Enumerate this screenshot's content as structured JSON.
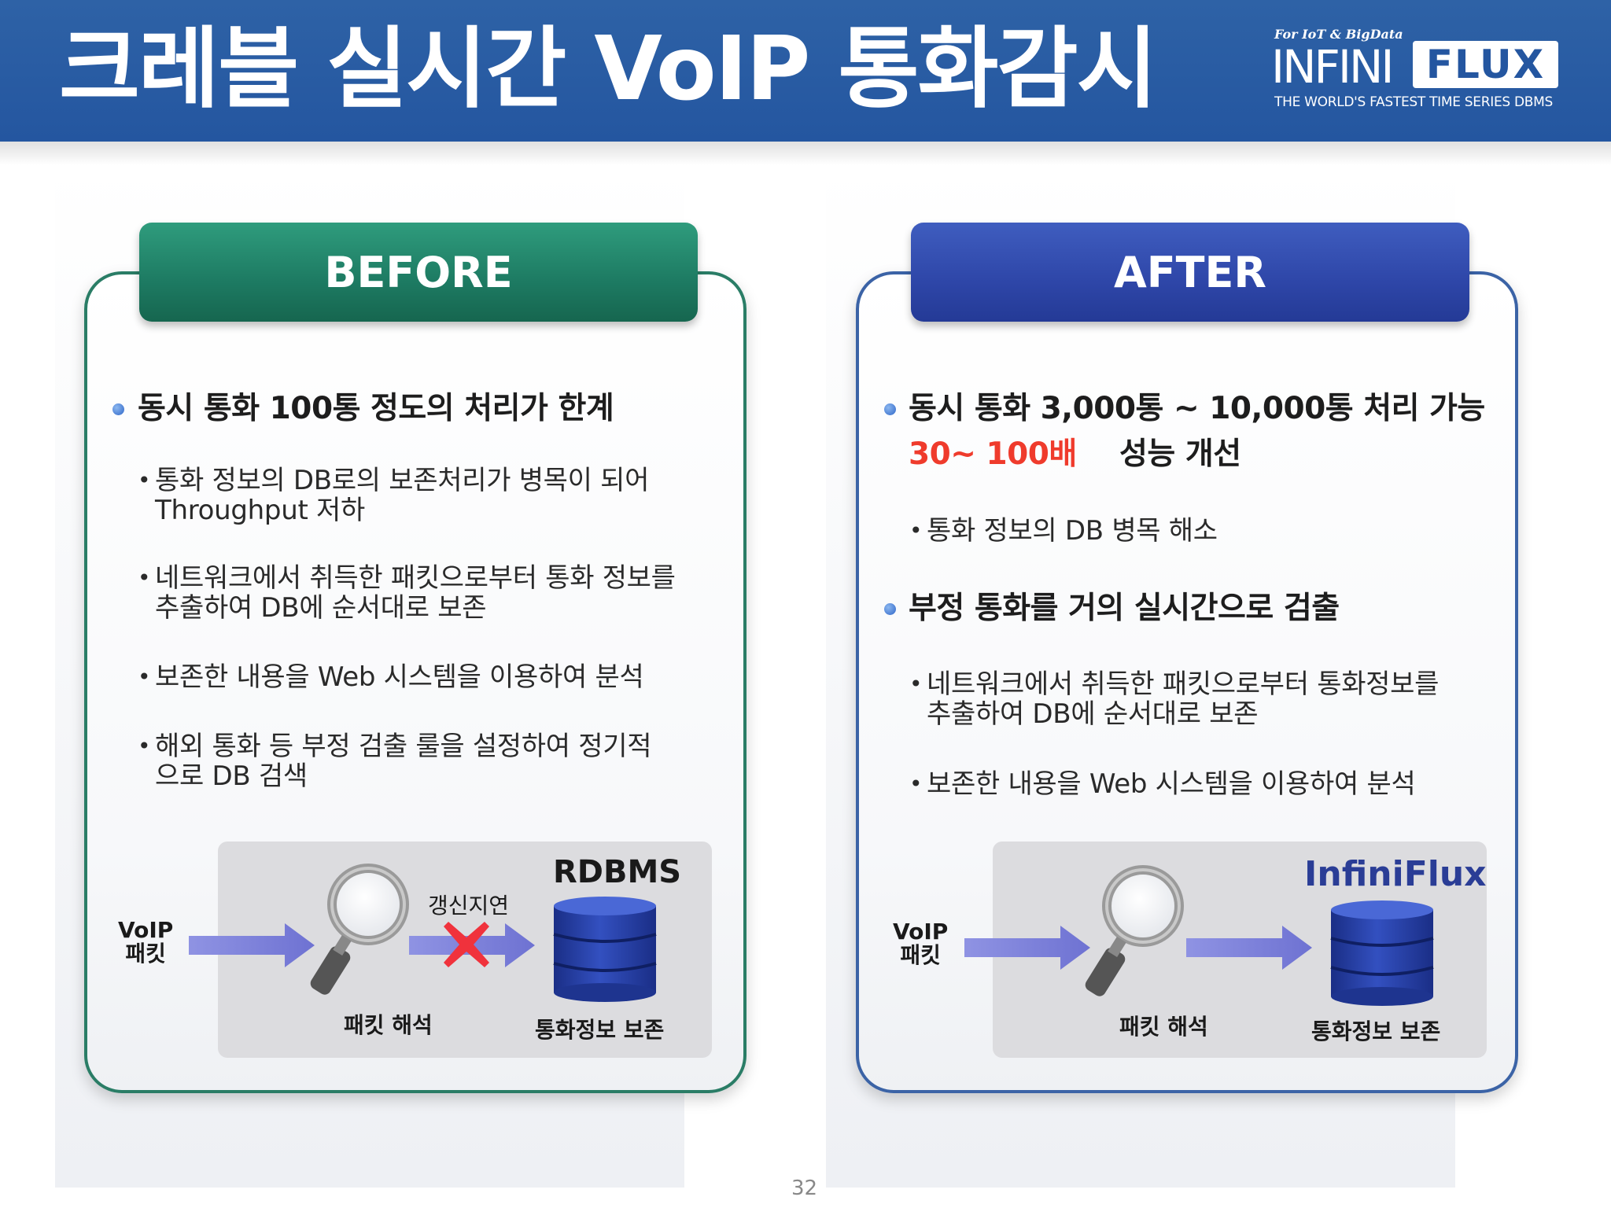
{
  "header": {
    "title": "크레블 실시간 VoIP 통화감시",
    "logo": {
      "tagline": "For IoT & BigData",
      "brand_left": "INFINI",
      "brand_right": "FLUX",
      "subtitle": "THE WORLD'S FASTEST TIME SERIES DBMS"
    }
  },
  "before": {
    "tab_label": "BEFORE",
    "main_bullet": "동시 통화 100통 정도의 처리가 한계",
    "items": [
      {
        "line1": "통화 정보의 DB로의 보존처리가 병목이 되어",
        "line2": "Throughput 저하"
      },
      {
        "line1": "네트워크에서 취득한 패킷으로부터 통화 정보를",
        "line2": "추출하여 DB에 순서대로 보존"
      },
      {
        "line1": "보존한 내용을 Web 시스템을 이용하여 분석",
        "line2": ""
      },
      {
        "line1": "해외 통화 등 부정 검출 룰을 설정하여 정기적",
        "line2": "으로 DB 검색"
      }
    ],
    "diagram": {
      "voip_line1": "VoIP",
      "voip_line2": "패킷",
      "delay_label": "갱신지연",
      "db_name": "RDBMS",
      "analyze_label": "패킷 해석",
      "store_label": "통화정보 보존"
    }
  },
  "after": {
    "tab_label": "AFTER",
    "main_bullet_1": "동시 통화 3,000통 ~ 10,000통 처리 가능",
    "highlight": "30~ 100배",
    "highlight_rest": "성능 개선",
    "item_1": "통화 정보의 DB 병목 해소",
    "main_bullet_2": "부정 통화를 거의 실시간으로 검출",
    "items": [
      {
        "line1": "네트워크에서 취득한 패킷으로부터 통화정보를",
        "line2": "추출하여 DB에 순서대로 보존"
      },
      {
        "line1": "보존한 내용을 Web 시스템을 이용하여 분석",
        "line2": ""
      }
    ],
    "diagram": {
      "voip_line1": "VoIP",
      "voip_line2": "패킷",
      "db_name": "InfiniFlux",
      "analyze_label": "패킷 해석",
      "store_label": "통화정보 보존"
    }
  },
  "footer": {
    "page_number": "32"
  },
  "colors": {
    "header_blue": "#2456a0",
    "before_green": "#1d7a62",
    "after_blue": "#2e46a8",
    "highlight_red": "#ef3b2c",
    "arrow_purple": "#7b7fd9",
    "db_blue": "#22399a"
  }
}
